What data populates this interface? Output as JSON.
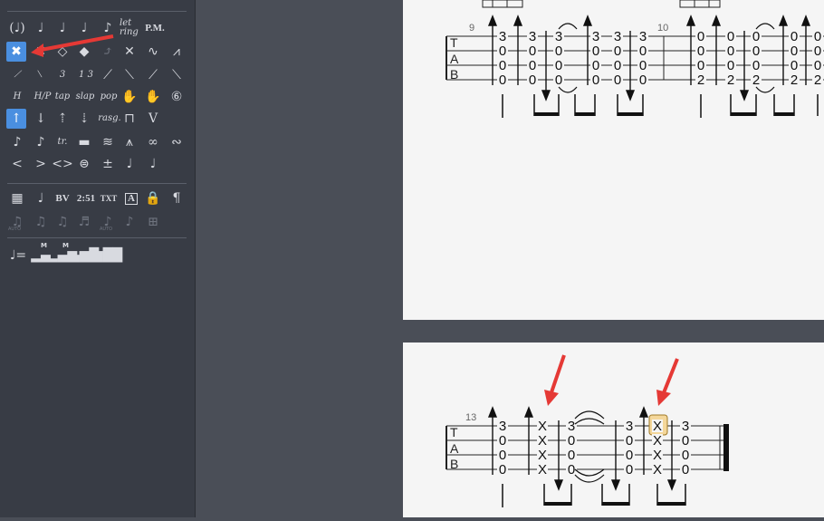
{
  "palette": {
    "toolbar_texts": {
      "let_ring": "let ring",
      "pm": "P.M.",
      "tap": "tap",
      "slap": "slap",
      "pop": "pop",
      "six": "⑥",
      "rasg": "rasg.",
      "tr": "tr.",
      "bv": "BV",
      "tuplet": "2:51",
      "txt": "TXT",
      "a_box": "A",
      "auto1": "AUTO",
      "auto2": "AUTO",
      "h_label": "H",
      "hp_label": "H/P",
      "three": "3",
      "one_three": "1 3",
      "m1": "M",
      "m2": "M"
    }
  },
  "score": {
    "measure_numbers": [
      "9",
      "10",
      "13"
    ],
    "tab_clef": [
      "T",
      "A",
      "B"
    ],
    "system1": {
      "m9": [
        [
          "3",
          "0",
          "0",
          "0"
        ],
        [
          "3",
          "0",
          "0",
          "0"
        ],
        [
          "3",
          "0",
          "0",
          "0"
        ],
        [
          "3",
          "0",
          "0",
          "0"
        ],
        [
          "3",
          "0",
          "0",
          "0"
        ],
        [
          "3",
          "0",
          "0",
          "0"
        ]
      ],
      "m10": [
        [
          "0",
          "0",
          "0",
          "2"
        ],
        [
          "0",
          "0",
          "0",
          "2"
        ],
        [
          "0",
          "0",
          "0",
          "2"
        ],
        [
          "0",
          "0",
          "0",
          "2"
        ],
        [
          "0",
          "0",
          "0",
          "2"
        ]
      ]
    },
    "system2": {
      "m13": [
        [
          "3",
          "0",
          "0",
          "0"
        ],
        [
          "X",
          "X",
          "X",
          "X"
        ],
        [
          "3",
          "0",
          "0",
          "0"
        ],
        [
          "3",
          "0",
          "0",
          "0"
        ],
        [
          "X",
          "X",
          "X",
          "X"
        ],
        [
          "3",
          "0",
          "0",
          "0"
        ]
      ]
    }
  }
}
